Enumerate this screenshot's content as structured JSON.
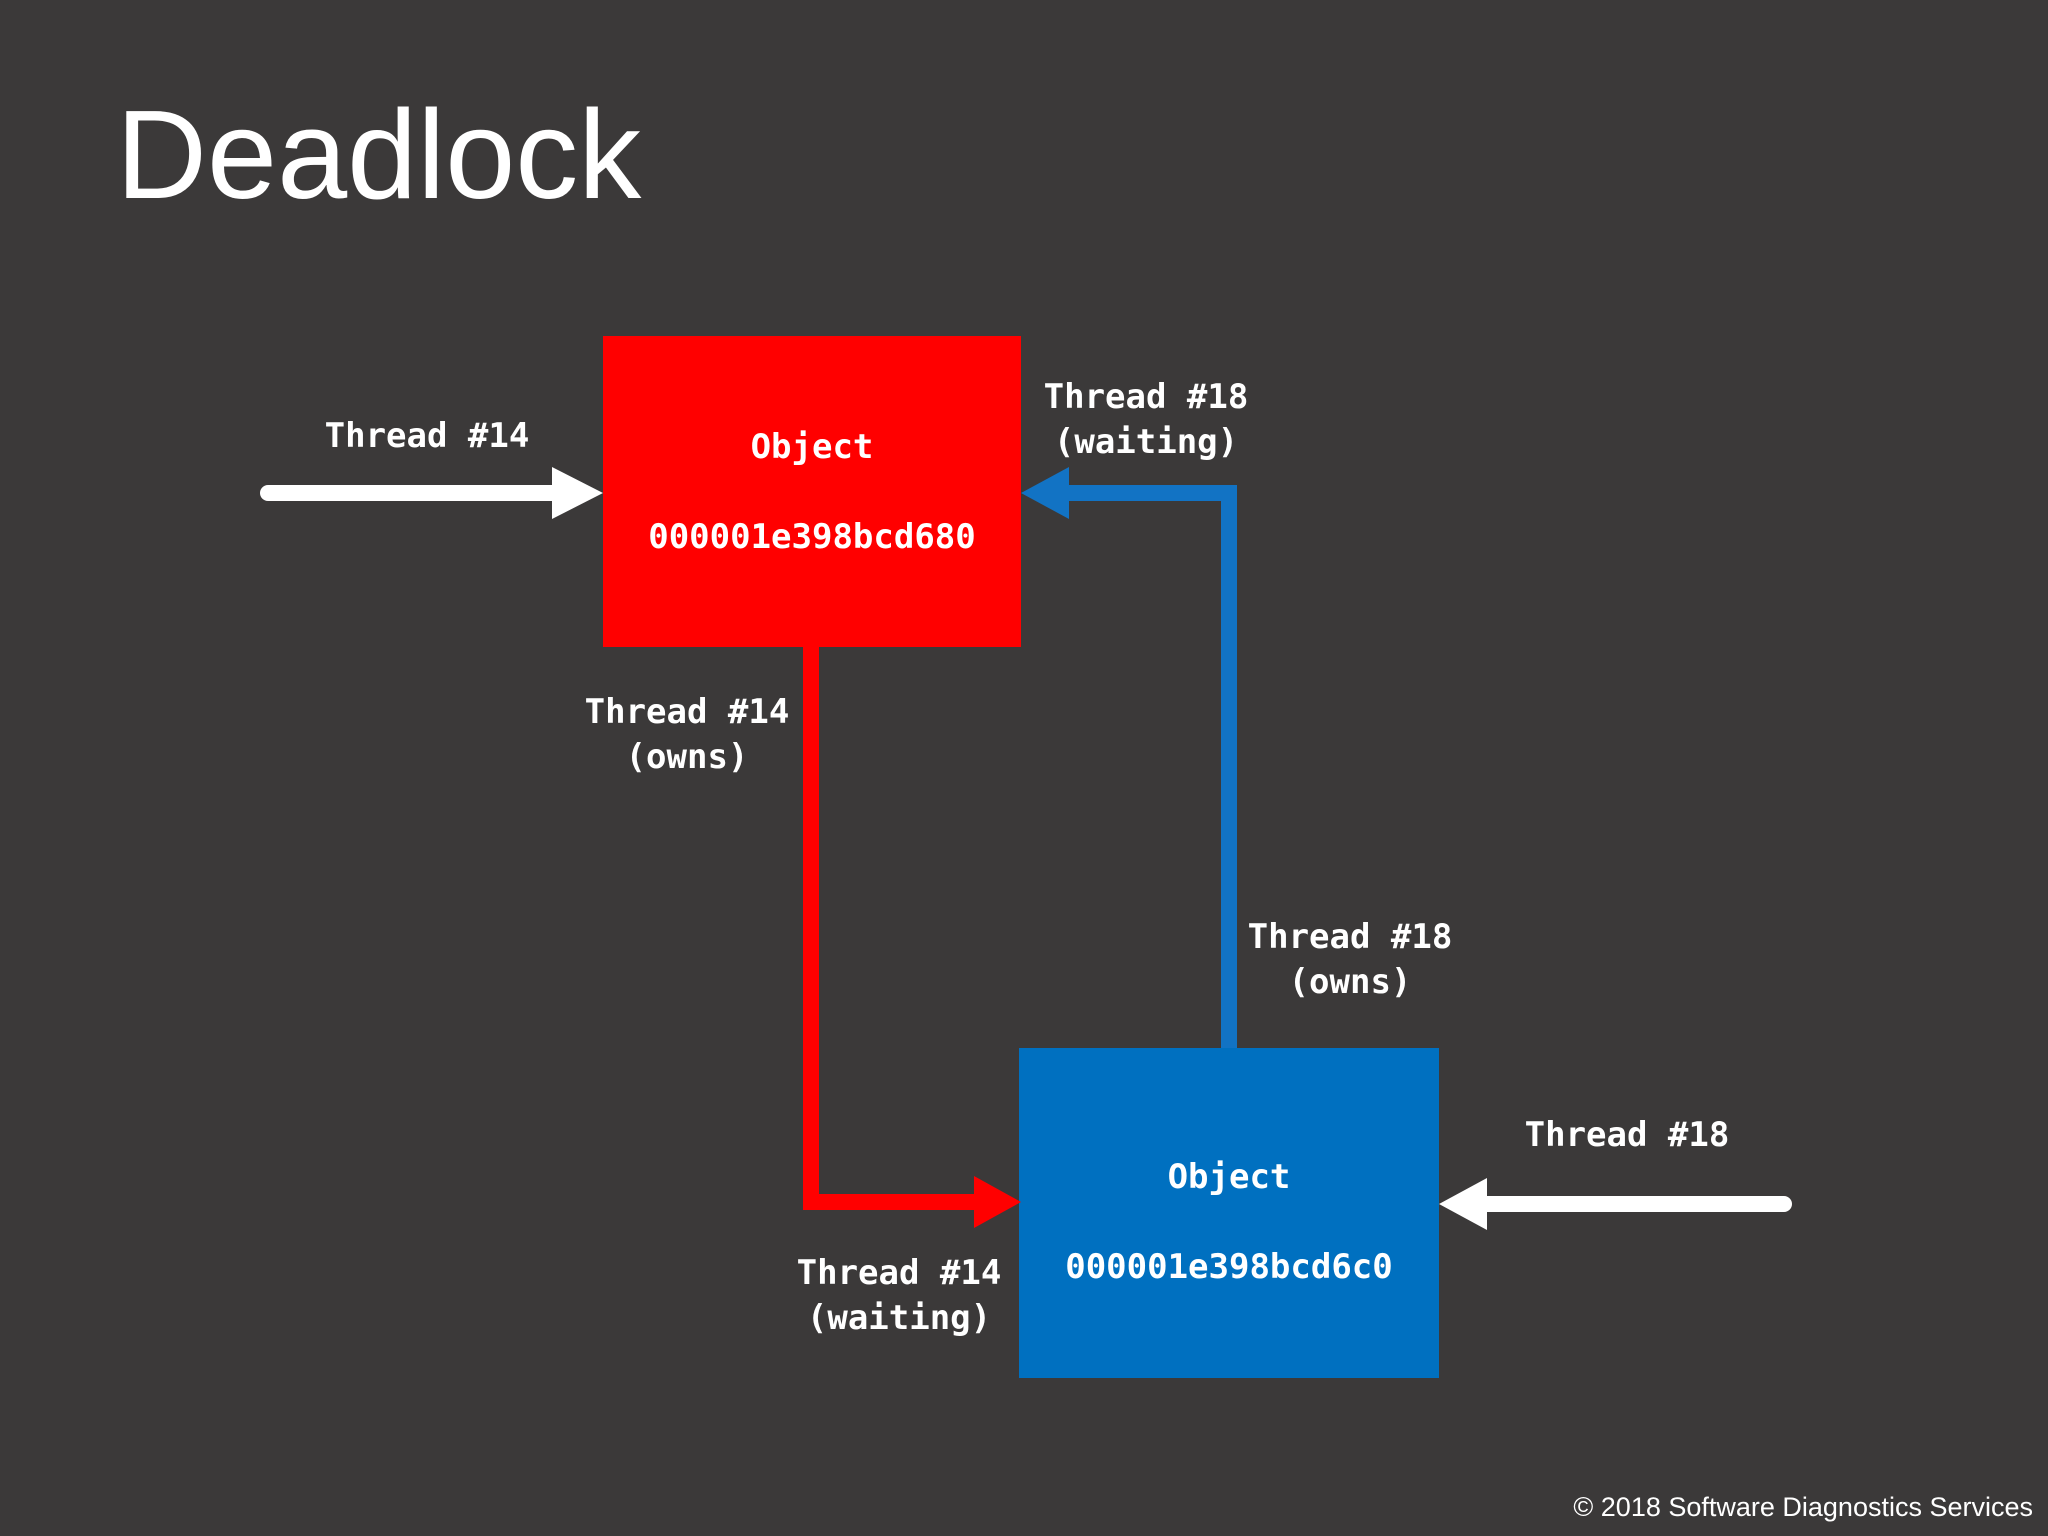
{
  "slide": {
    "title": "Deadlock",
    "footer": "© 2018 Software Diagnostics Services"
  },
  "colors": {
    "background": "#3B3939",
    "red": "#FF0000",
    "blue_box": "#0070C0",
    "blue_arrow": "#1273C4",
    "text": "#FFFFFF"
  },
  "objects": {
    "red": {
      "title": "Object",
      "address": "000001e398bcd680"
    },
    "blue": {
      "title": "Object",
      "address": "000001e398bcd6c0"
    }
  },
  "arrows": {
    "thread14_incoming": {
      "label": "Thread #14"
    },
    "thread18_waiting": {
      "label_line1": "Thread #18",
      "label_line2": "(waiting)"
    },
    "thread14_owns": {
      "label_line1": "Thread #14",
      "label_line2": "(owns)"
    },
    "thread18_owns": {
      "label_line1": "Thread #18",
      "label_line2": "(owns)"
    },
    "thread14_waiting": {
      "label_line1": "Thread #14",
      "label_line2": "(waiting)"
    },
    "thread18_incoming": {
      "label": "Thread #18"
    }
  }
}
